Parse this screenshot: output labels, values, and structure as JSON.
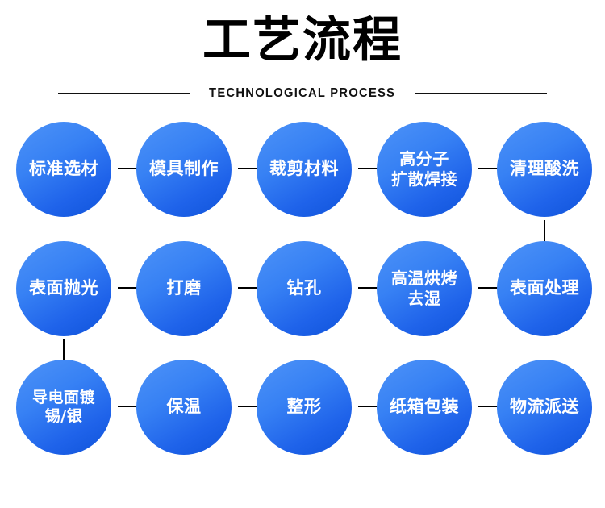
{
  "header": {
    "title": "工艺流程",
    "subtitle": "TECHNOLOGICAL PROCESS"
  },
  "colors": {
    "background": "#ffffff",
    "node_gradient_start": "#4e93f7",
    "node_gradient_end": "#0f53d9",
    "node_text": "#ffffff",
    "arrow": "#000000",
    "title_text": "#000000"
  },
  "flow": {
    "rows": [
      {
        "nodes": [
          {
            "label": "标准选材"
          },
          {
            "label": "模具制作"
          },
          {
            "label": "裁剪材料"
          },
          {
            "label": "高分子\n扩散焊接"
          },
          {
            "label": "清理酸洗"
          }
        ]
      },
      {
        "nodes": [
          {
            "label": "表面抛光"
          },
          {
            "label": "打磨"
          },
          {
            "label": "钻孔"
          },
          {
            "label": "高温烘烤\n去湿"
          },
          {
            "label": "表面处理"
          }
        ]
      },
      {
        "nodes": [
          {
            "label": "导电面镀\n锡/银"
          },
          {
            "label": "保温"
          },
          {
            "label": "整形"
          },
          {
            "label": "纸箱包装"
          },
          {
            "label": "物流派送"
          }
        ]
      }
    ]
  }
}
